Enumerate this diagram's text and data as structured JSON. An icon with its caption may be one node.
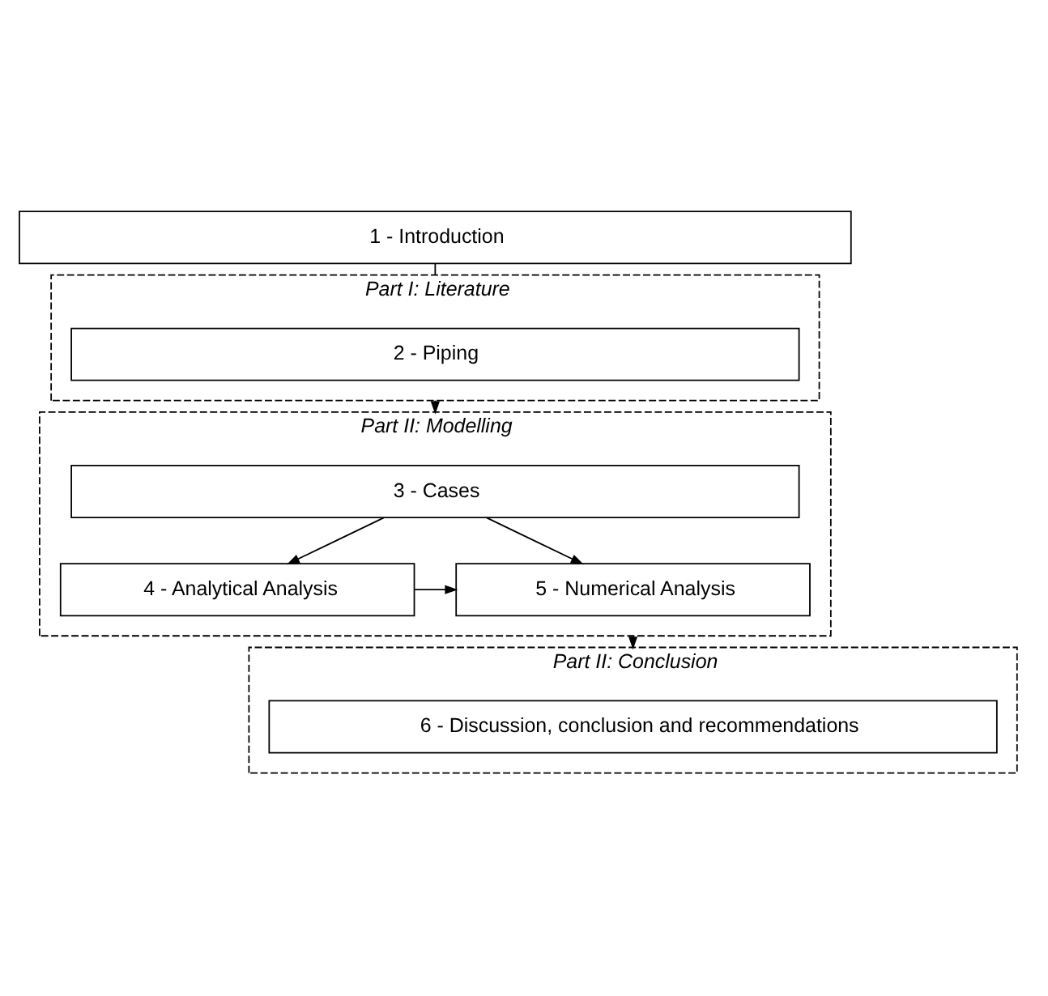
{
  "diagram": {
    "nodes": [
      {
        "text": [
          "1 - Introduction"
        ]
      },
      {
        "text": [
          "Part I: Literature"
        ]
      },
      {
        "text": [
          "2 - Piping"
        ],
        "in": 1
      },
      {
        "text": [
          "Part II: Modelling"
        ]
      },
      {
        "text": [
          "3 - Cases"
        ],
        "in": 3
      },
      {
        "text": [
          "4 - Analytical Analysis"
        ],
        "in": 3
      },
      {
        "text": [
          "5 - Numerical Analysis"
        ],
        "in": 3
      },
      {
        "text": [
          "Part II: Conclusion"
        ]
      },
      {
        "text": [
          "6 - Discussion, conclusion and recommendations"
        ],
        "in": 7
      }
    ],
    "edges": [
      {
        "from": 0,
        "to": 1,
        "arrow": "none"
      },
      {
        "from": 1,
        "to": 3,
        "arrow": "to"
      },
      {
        "from": 4,
        "to": 5,
        "arrow": "to"
      },
      {
        "from": 4,
        "to": 6,
        "arrow": "to"
      },
      {
        "from": 5,
        "to": 6,
        "arrow": "to"
      },
      {
        "from": 3,
        "to": 7,
        "arrow": "to"
      }
    ]
  }
}
